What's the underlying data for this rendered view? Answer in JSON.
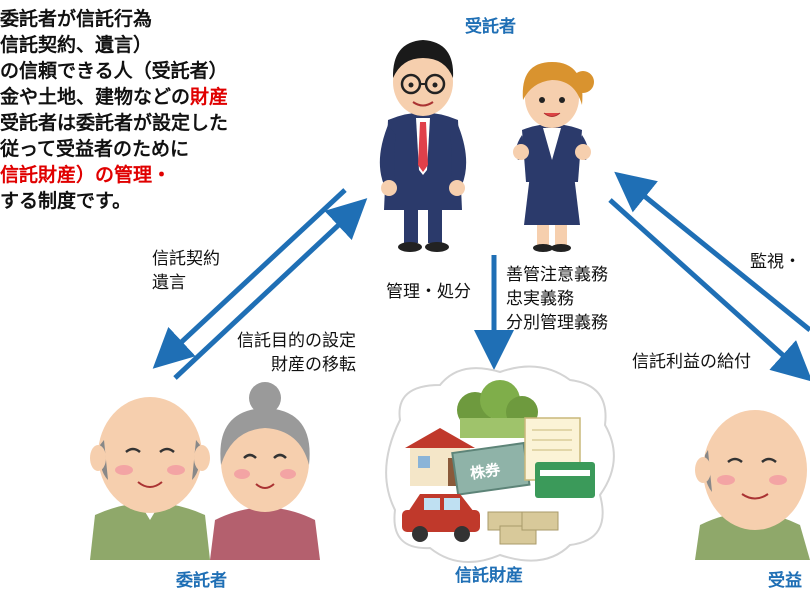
{
  "intro": {
    "line1": "委託者が信託行為",
    "line2": "信託契約、遺言）",
    "line3": "の信頼できる人（受託者）",
    "line4_prefix": "金や土地、建物などの",
    "line4_highlight": "財産",
    "line5": "受託者は委託者が設定した",
    "line6": "従って受益者のために",
    "line7_highlight": "信託財産）の管理・",
    "line8": "する制度です。"
  },
  "roles": {
    "trustee": "受託者",
    "settlor": "委託者",
    "trust_property": "信託財産",
    "beneficiary": "受益"
  },
  "arrows": {
    "settlor_to_trustee_1": "信託契約",
    "settlor_to_trustee_2": "遺言",
    "trust_purpose_1": "信託目的の設定",
    "trust_purpose_2": "財産の移転",
    "management": "管理・処分",
    "duty_1": "善管注意義務",
    "duty_2": "忠実義務",
    "duty_3": "分別管理義務",
    "monitoring": "監視・",
    "benefit": "信託利益の給付"
  },
  "property_items": {
    "stock_certificate": "株券"
  },
  "colors": {
    "arrow": "#1f6fb5",
    "role_label": "#1f6fb5",
    "highlight": "#e00000"
  }
}
